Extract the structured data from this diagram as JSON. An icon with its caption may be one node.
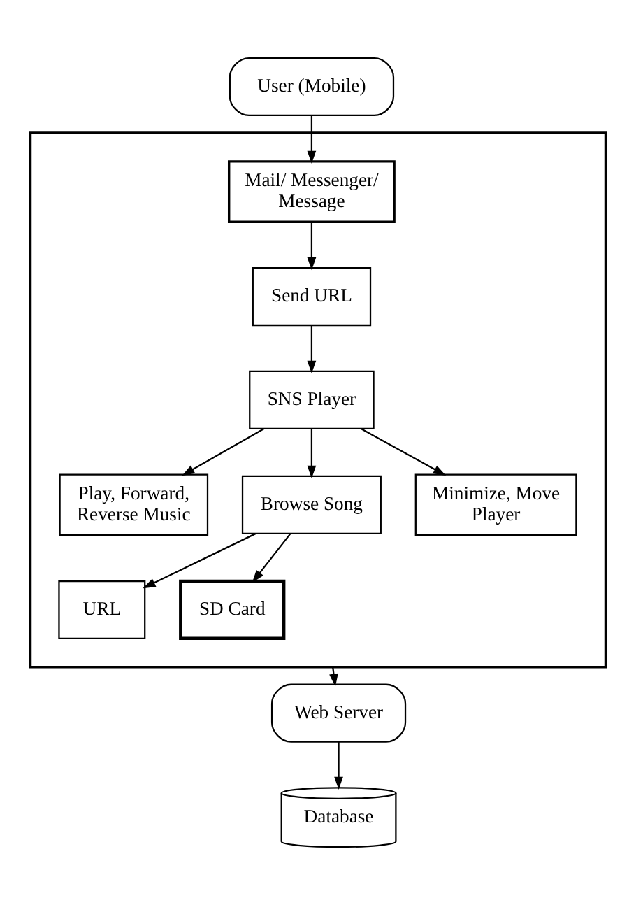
{
  "diagram": {
    "nodes": [
      {
        "text": [
          "User (Mobile)"
        ]
      },
      {
        "text": [],
        "shape": "box"
      },
      {
        "text": [
          "Mail/ Messenger/ Message"
        ],
        "in": 1
      },
      {
        "text": [
          "Send URL"
        ],
        "in": 1
      },
      {
        "text": [
          "SNS Player"
        ],
        "in": 1
      },
      {
        "text": [
          "Play, Forward, Reverse Music"
        ],
        "in": 1
      },
      {
        "text": [
          "Browse Song"
        ],
        "in": 1
      },
      {
        "text": [
          "Minimize, Move Player"
        ],
        "in": 1
      },
      {
        "text": [
          "URL"
        ],
        "in": 1
      },
      {
        "text": [
          "SD Card"
        ],
        "in": 1
      },
      {
        "text": [
          "Web Server"
        ]
      },
      {
        "text": [
          "Database"
        ]
      }
    ],
    "edges": [
      {
        "from": 0,
        "to": 2,
        "arrow": "to"
      },
      {
        "from": 2,
        "to": 3,
        "arrow": "to"
      },
      {
        "from": 3,
        "to": 4,
        "arrow": "to"
      },
      {
        "from": 4,
        "to": 5,
        "arrow": "to"
      },
      {
        "from": 4,
        "to": 6,
        "arrow": "to"
      },
      {
        "from": 4,
        "to": 7,
        "arrow": "to"
      },
      {
        "from": 6,
        "to": 8,
        "arrow": "to"
      },
      {
        "from": 6,
        "to": 9,
        "arrow": "to"
      },
      {
        "from": 1,
        "to": 10,
        "arrow": "to"
      },
      {
        "from": 10,
        "to": 11,
        "arrow": "to"
      }
    ]
  }
}
